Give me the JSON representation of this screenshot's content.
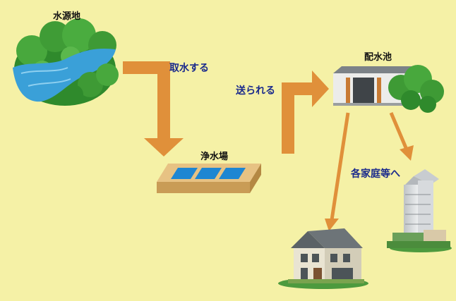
{
  "labels": {
    "source": "水源地",
    "intake": "取水する",
    "purification": "浄水場",
    "sent": "送られる",
    "reservoir": "配水池",
    "homes": "各家庭等へ"
  },
  "colors": {
    "background": "#f5f1a6",
    "arrow": "#e0903a",
    "water": "#3aa0d8",
    "forest": "#3e9a35",
    "label_blue": "#1a2a8c"
  }
}
